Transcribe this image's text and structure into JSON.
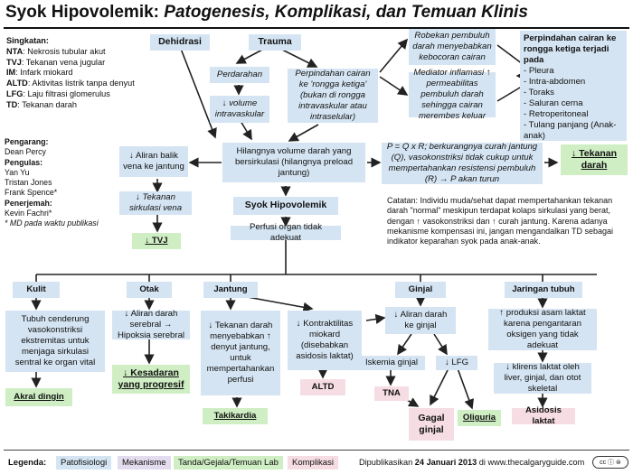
{
  "title": {
    "main": "Syok Hipovolemik: ",
    "italic": "Patogenesis, Komplikasi, dan Temuan Klinis"
  },
  "abbrev": {
    "heading": "Singkatan:",
    "items": [
      {
        "k": "NTA",
        "v": ": Nekrosis tubular akut"
      },
      {
        "k": "TVJ",
        "v": ": Tekanan vena jugular"
      },
      {
        "k": "IM",
        "v": ": Infark miokard"
      },
      {
        "k": "ALTD",
        "v": ": Aktivitas listrik tanpa denyut"
      },
      {
        "k": "LFG",
        "v": ": Laju filtrasi glomerulus"
      },
      {
        "k": "TD",
        "v": ": Tekanan darah"
      }
    ]
  },
  "credits": {
    "author_h": "Pengarang",
    "author": "Dean Percy",
    "reviewers_h": "Pengulas",
    "reviewers": [
      "Yan Yu",
      "Tristan Jones",
      "Frank Spence*"
    ],
    "translator_h": "Penerjemah",
    "translator": "Kevin Fachri*",
    "note": "* MD pada waktu publikasi"
  },
  "nodes": {
    "dehidrasi": "Dehidrasi",
    "trauma": "Trauma",
    "perdarahan": "Perdarahan",
    "volume_intravaskular": "↓ volume intravaskular",
    "perpindahan_ketiga": "Perpindahan cairan ke 'rongga ketiga' (bukan di rongga intravaskular atau intraselular)",
    "robekan": "Robekan pembuluh darah menyebabkan kebocoran cairan",
    "mediator": "Mediator inflamasi ↑ permeabilitas pembuluh darah sehingga cairan merembes keluar",
    "rongga_ketiga_title": "Perpindahan cairan ke rongga ketiga terjadi pada",
    "rongga_ketiga_items": [
      "- Pleura",
      "- Intra-abdomen",
      "- Toraks",
      "- Saluran cerna",
      "- Retroperitoneal",
      "- Tulang panjang (Anak-anak)"
    ],
    "hilangnya_volume": "Hilangnya volume darah yang bersirkulasi (hilangnya preload jantung)",
    "syok": "Syok Hipovolemik",
    "perfusi": "Perfusi organ tidak adekuat",
    "aliran_balik": "↓ Aliran balik vena ke jantung",
    "tekanan_sirkulasi": "↓ Tekanan sirkulasi vena",
    "tvj": "↓ TVJ",
    "pqr": "P = Q x R; berkurangnya curah jantung (Q), vasokonstriksi tidak cukup untuk mempertahankan resistensi pembuluh (R) → P akan turun",
    "tekanan_darah": "↓ Tekanan darah",
    "catatan": "Catatan: Individu muda/sehat dapat mempertahankan tekanan darah \"normal\" meskipun terdapat kolaps sirkulasi yang berat, dengan ↑ vasokonstriksi dan ↑ curah jantung. Karena adanya mekanisme kompensasi ini, jangan mengandalkan TD sebagai indikator keparahan syok pada anak-anak.",
    "kulit": "Kulit",
    "kulit_desc": "Tubuh cenderung vasokonstriksi ekstremitas untuk menjaga sirkulasi sentral ke organ vital",
    "akral": "Akral dingin",
    "otak": "Otak",
    "otak_desc": "↓ Aliran darah serebral → Hipoksia serebral",
    "kesadaran": "↓ Kesadaran yang progresif",
    "jantung": "Jantung",
    "jantung_desc": "↓ Tekanan darah menyebabkan ↑ denyut jantung, untuk mempertahankan perfusi",
    "takikardia": "Takikardia",
    "kontraktilitas": "↓ Kontraktilitas miokard (disebabkan asidosis laktat)",
    "altd": "ALTD",
    "ginjal": "Ginjal",
    "aliran_ginjal": "↓ Aliran darah ke ginjal",
    "iskemia": "Iskemia ginjal",
    "lfg": "↓ LFG",
    "tna": "TNA",
    "gagal": "Gagal ginjal",
    "oliguria": "Oliguria",
    "jaringan": "Jaringan tubuh",
    "asam_laktat": "↑ produksi asam laktat karena pengantaran oksigen yang tidak adekuat",
    "klirens": "↓ klirens laktat oleh liver, ginjal, dan otot skeletal",
    "asidosis": "Asidosis laktat"
  },
  "legend": {
    "label": "Legenda:",
    "items": [
      "Patofisiologi",
      "Mekanisme",
      "Tanda/Gejala/Temuan Lab",
      "Komplikasi"
    ],
    "colors": [
      "#d4e4f2",
      "#e2dcee",
      "#cfeec4",
      "#f5dde3"
    ],
    "published_prefix": "Dipublikasikan ",
    "published_date": "24 Januari 2013",
    "published_suffix": " di www.thecalgaryguide.com"
  }
}
